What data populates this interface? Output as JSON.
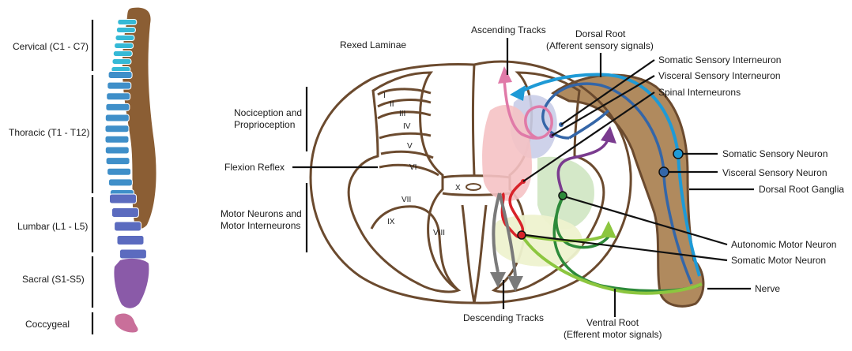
{
  "spine": {
    "regions": [
      {
        "id": "cervical",
        "label": "Cervical (C1 - C7)",
        "color": "#35b9d6"
      },
      {
        "id": "thoracic",
        "label": "Thoracic (T1 - T12)",
        "color": "#3f8fc9"
      },
      {
        "id": "lumbar",
        "label": "Lumbar (L1 - L5)",
        "color": "#5b6bbf"
      },
      {
        "id": "sacral",
        "label": "Sacral (S1-S5)",
        "color": "#8a5aa8"
      },
      {
        "id": "coccygeal",
        "label": "Coccygeal",
        "color": "#c96f9a"
      }
    ],
    "body_color": "#8b5e34"
  },
  "cross_section": {
    "title": "Rexed Laminae",
    "laminae": [
      "I",
      "II",
      "III",
      "IV",
      "V",
      "VI",
      "VII",
      "VIII",
      "IX",
      "X"
    ],
    "left_labels": {
      "nociception": [
        "Nociception and",
        "Proprioception"
      ],
      "flexion": "Flexion Reflex",
      "motor": [
        "Motor Neurons and",
        "Motor Interneurons"
      ]
    },
    "right_labels": {
      "dorsal_root": [
        "Dorsal Root",
        "(Afferent sensory signals)"
      ],
      "somatic_sensory_interneuron": "Somatic Sensory Interneuron",
      "visceral_sensory_interneuron": "Visceral Sensory Interneuron",
      "spinal_interneurons": "Spinal Interneurons",
      "somatic_sensory_neuron": "Somatic Sensory Neuron",
      "visceral_sensory_neuron": "Visceral Sensory Neuron",
      "dorsal_root_ganglia": "Dorsal Root Ganglia",
      "autonomic_motor_neuron": "Autonomic Motor Neuron",
      "somatic_motor_neuron": "Somatic Motor Neuron",
      "nerve": "Nerve",
      "ventral_root": [
        "Ventral Root",
        "(Efferent motor signals)"
      ]
    },
    "tracks": {
      "ascending": "Ascending Tracks",
      "descending": "Descending Tracks"
    },
    "colors": {
      "outline": "#6b4a2e",
      "ganglion": "#b08a5e",
      "pink_zone": "#f5c2c4",
      "blue_zone": "#c9cde8",
      "green_zone": "#cfe6c2",
      "yellow_zone": "#eef2cf",
      "somatic_sensory": "#1e9ad6",
      "visceral_sensory": "#3466a8",
      "pink_path": "#e07aa8",
      "purple_path": "#7a3b8f",
      "red_path": "#d8232a",
      "dark_green_path": "#2d8a3a",
      "light_green_path": "#8cc63f",
      "gray_path": "#7a7a7a"
    }
  }
}
